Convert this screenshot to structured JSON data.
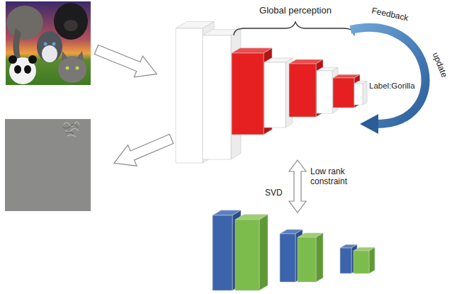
{
  "diagram": {
    "labels": [
      "Global perception",
      "Feedback",
      "update",
      "Label:Gorilla",
      "Low rank constraint",
      "SVD"
    ]
  }
}
